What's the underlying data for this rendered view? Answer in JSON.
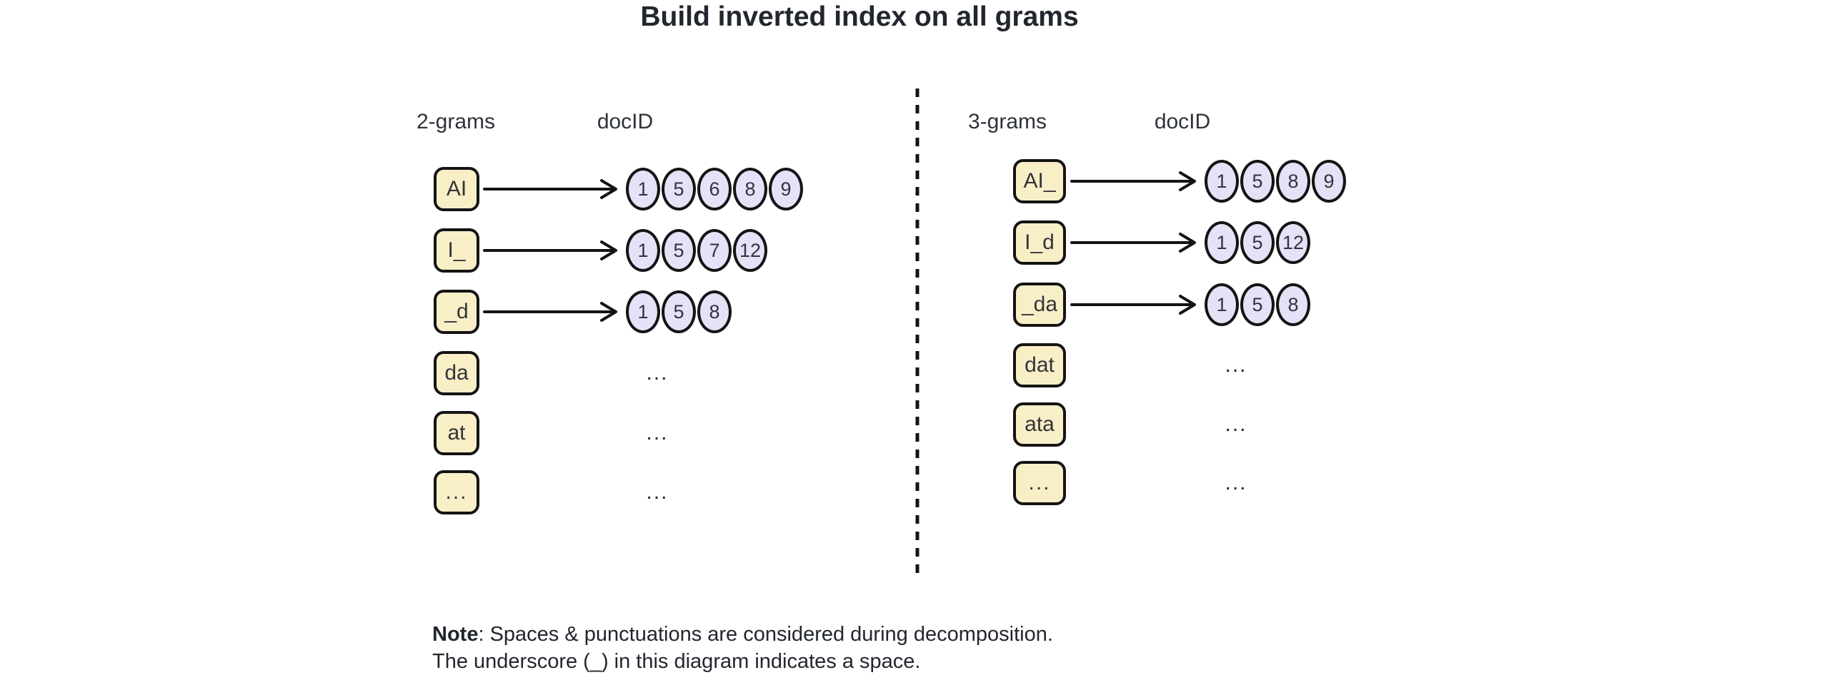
{
  "title": "Build inverted index on all grams",
  "colors": {
    "box_fill": "#f9efc7",
    "circle_fill": "#e7e1f7",
    "stroke": "#141414",
    "ink": "#22262e"
  },
  "panels": [
    {
      "gram_header": "2-grams",
      "docid_header": "docID",
      "rows": [
        {
          "gram": "AI",
          "doc_ids": [
            1,
            5,
            6,
            8,
            9
          ]
        },
        {
          "gram": "I_",
          "doc_ids": [
            1,
            5,
            7,
            12
          ]
        },
        {
          "gram": "_d",
          "doc_ids": [
            1,
            5,
            8
          ]
        },
        {
          "gram": "da",
          "doc_ids": "..."
        },
        {
          "gram": "at",
          "doc_ids": "..."
        },
        {
          "gram": "...",
          "doc_ids": "..."
        }
      ]
    },
    {
      "gram_header": "3-grams",
      "docid_header": "docID",
      "rows": [
        {
          "gram": "AI_",
          "doc_ids": [
            1,
            5,
            8,
            9
          ]
        },
        {
          "gram": "I_d",
          "doc_ids": [
            1,
            5,
            12
          ]
        },
        {
          "gram": "_da",
          "doc_ids": [
            1,
            5,
            8
          ]
        },
        {
          "gram": "dat",
          "doc_ids": "..."
        },
        {
          "gram": "ata",
          "doc_ids": "..."
        },
        {
          "gram": "...",
          "doc_ids": "..."
        }
      ]
    }
  ],
  "note": {
    "label": "Note",
    "line1_rest": ": Spaces & punctuations are considered during decomposition.",
    "line2": "The underscore (_) in this diagram indicates a space."
  }
}
